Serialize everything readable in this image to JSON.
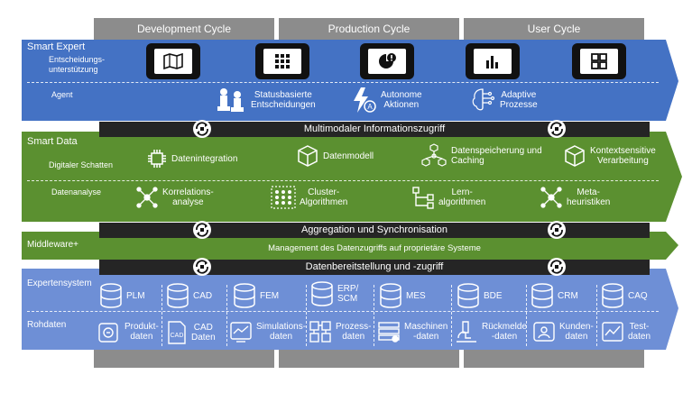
{
  "cycles": [
    "Development Cycle",
    "Production Cycle",
    "User Cycle"
  ],
  "smart_expert": {
    "title": "Smart Expert",
    "row1_label": "Entscheidungs-\nunterstützung",
    "row2_label": "Agent",
    "agents": [
      {
        "label": "Statusbasierte\nEntscheidungen",
        "icon": "chess-pieces-icon"
      },
      {
        "label": "Autonome\nAktionen",
        "icon": "lightning-icon"
      },
      {
        "label": "Adaptive\nProzesse",
        "icon": "brain-circuit-icon"
      }
    ],
    "tablets": [
      "map-icon",
      "grid-icon",
      "chart-pie-icon",
      "bar-chart-icon",
      "puzzle-icon"
    ]
  },
  "bar1": "Multimodaler Informationszugriff",
  "smart_data": {
    "title": "Smart Data",
    "row1_label": "Digitaler Schatten",
    "row2_label": "Datenanalyse",
    "shadow": [
      {
        "label": "Datenintegration",
        "icon": "chip-icon"
      },
      {
        "label": "Datenmodell",
        "icon": "cube-icon"
      },
      {
        "label": "Datenspeicherung und\nCaching",
        "icon": "network-cubes-icon"
      },
      {
        "label": "Kontextsensitive\nVerarbeitung",
        "icon": "cube-icon"
      }
    ],
    "analysis": [
      {
        "label": "Korrelations-\nanalyse",
        "icon": "network-icon"
      },
      {
        "label": "Cluster-\nAlgorithmen",
        "icon": "cluster-icon"
      },
      {
        "label": "Lern-\nalgorithmen",
        "icon": "tree-icon"
      },
      {
        "label": "Meta-\nheuristiken",
        "icon": "network-icon"
      }
    ]
  },
  "bar2": "Aggregation und Synchronisation",
  "middleware": {
    "title": "Middleware+",
    "text": "Management des Datenzugriffs auf proprietäre Systeme"
  },
  "bar3": "Datenbereitstellung und -zugriff",
  "experten": {
    "title": "Expertensystem",
    "systems": [
      "PLM",
      "CAD",
      "FEM",
      "ERP/\nSCM",
      "MES",
      "BDE",
      "CRM",
      "CAQ"
    ]
  },
  "rohdaten": {
    "title": "Rohdaten",
    "items": [
      "Produkt-\ndaten",
      "CAD\nDaten",
      "Simulations-\ndaten",
      "Prozess-\ndaten",
      "Maschinen\n-daten",
      "Rückmelde\n-daten",
      "Kunden-\ndaten",
      "Test-\ndaten"
    ]
  },
  "colors": {
    "blue": "#4472c4",
    "green": "#5b9030",
    "bar": "#252525",
    "gray": "#8c8c8c",
    "light_blue": "#6e8fd6"
  }
}
